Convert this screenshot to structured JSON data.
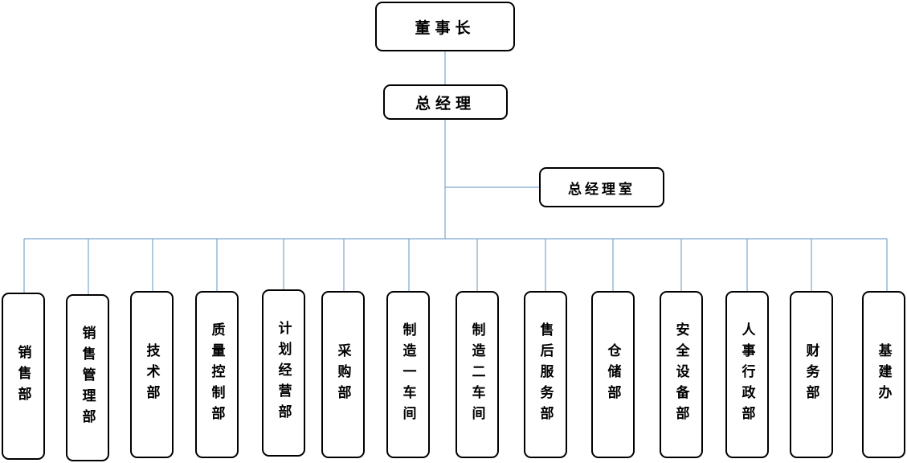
{
  "org_chart": {
    "top": "董事长",
    "gm": "总经理",
    "gm_office": "总经理室",
    "departments": [
      "销售部",
      "销售管理部",
      "技术部",
      "质量控制部",
      "计划经营部",
      "采购部",
      "制造一车间",
      "制造二车间",
      "售后服务部",
      "仓储部",
      "安全设备部",
      "人事行政部",
      "财务部",
      "基建办"
    ]
  },
  "colors": {
    "connector": "#7ba7d0",
    "border": "#000000"
  }
}
